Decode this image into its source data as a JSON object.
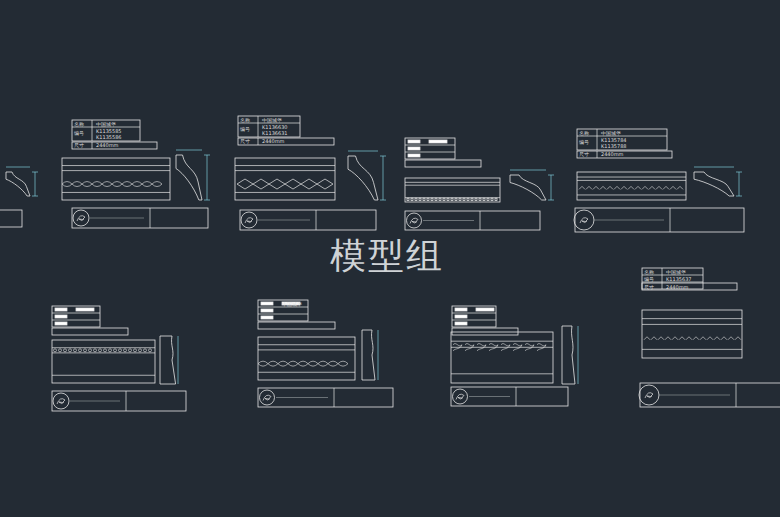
{
  "diagram": {
    "labels": [
      "模型组",
      "名称",
      "中国城堡",
      "编号",
      "K1135585",
      "K1135586",
      "尺寸",
      "2440mm",
      "名称",
      "中国城堡",
      "编号",
      "K1136630",
      "K1136631",
      "尺寸",
      "2440mm",
      "名称",
      "中国城堡",
      "编号",
      "K1135784",
      "K1135788",
      "尺寸",
      "2440mm",
      "中国城堡",
      "名称",
      "中国城堡",
      "编号",
      "K1135637",
      "尺寸",
      "2440mm"
    ]
  }
}
